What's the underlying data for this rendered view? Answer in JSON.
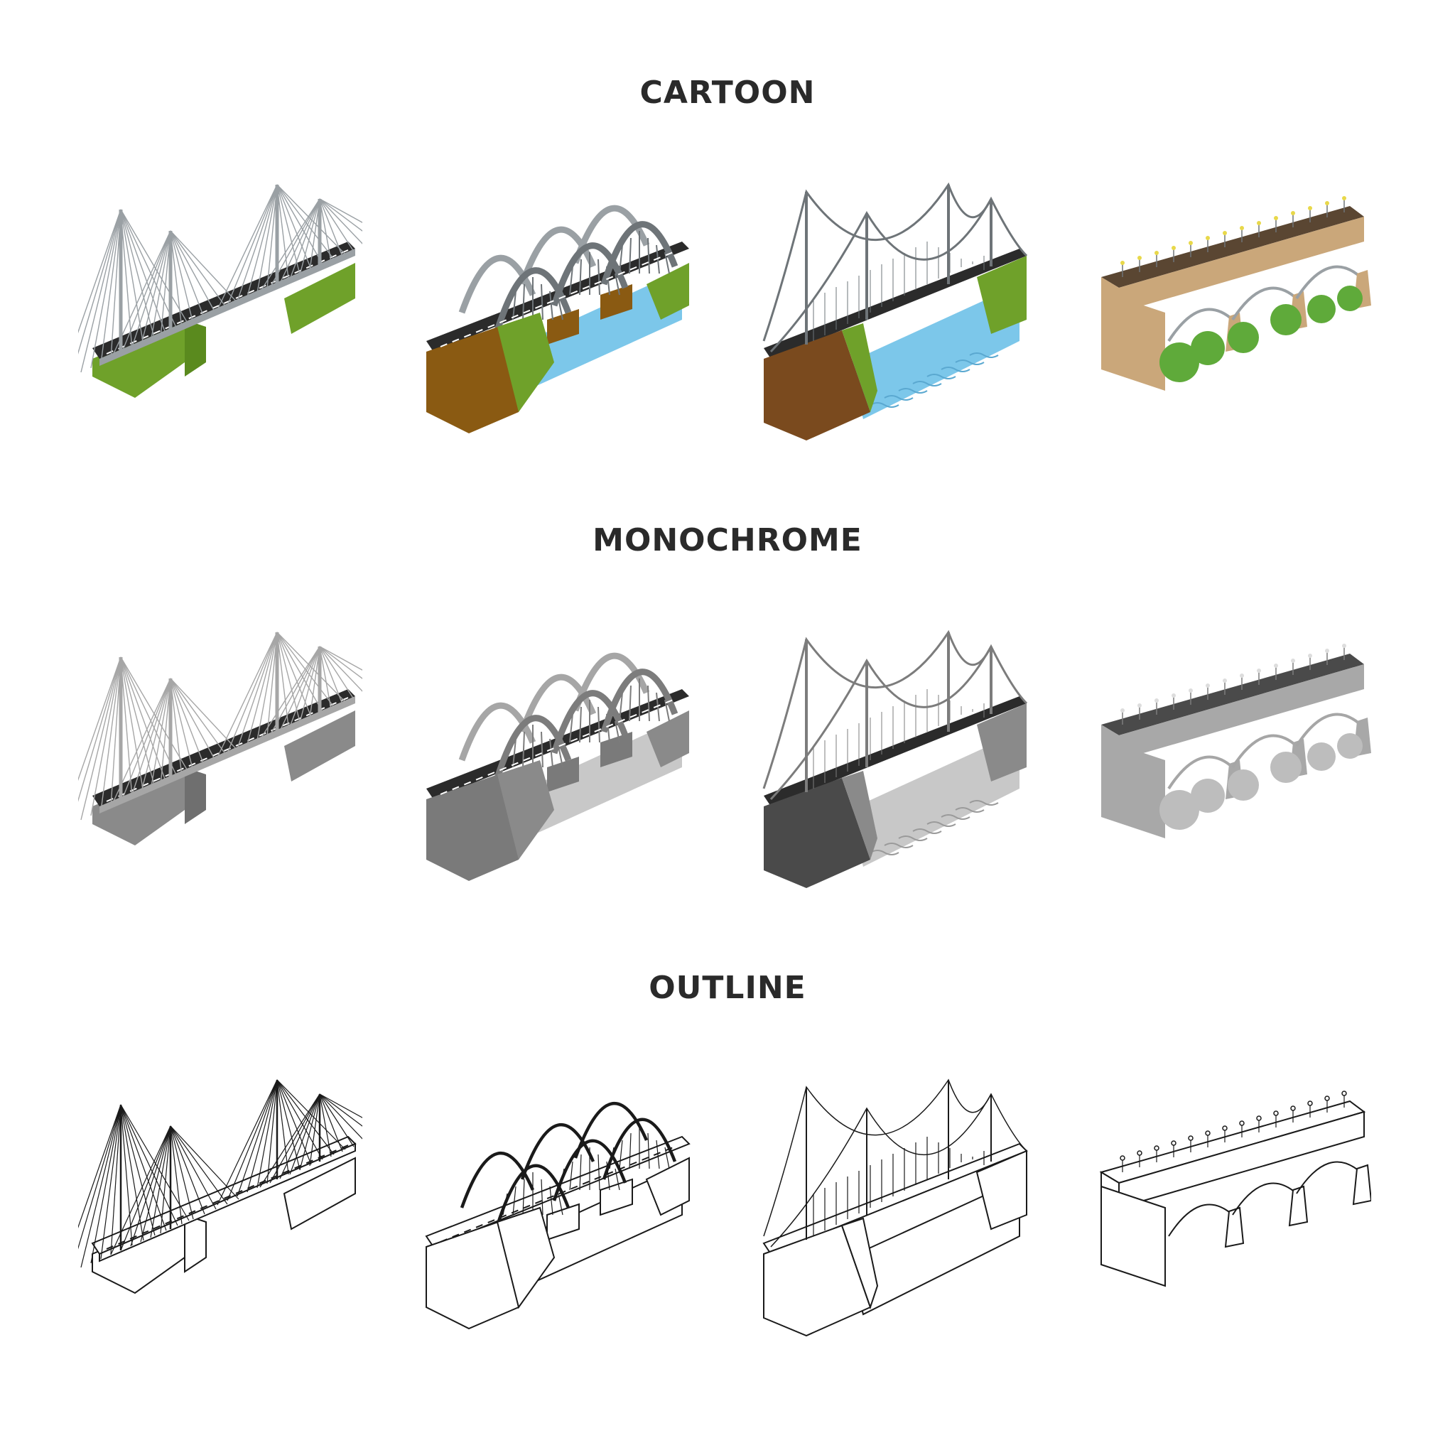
{
  "sections": [
    {
      "key": "cartoon",
      "title": "CARTOON"
    },
    {
      "key": "monochrome",
      "title": "MONOCHROME"
    },
    {
      "key": "outline",
      "title": "OUTLINE"
    }
  ],
  "bridges": [
    "cable-stayed-bridge",
    "arch-bridge",
    "suspension-bridge",
    "viaduct-bridge"
  ],
  "colors": {
    "cartoon": {
      "road": "#2b2b2b",
      "grass": "#6fa12a",
      "grassDark": "#5a8a1e",
      "soil": "#8a5a12",
      "soilDark": "#6b4512",
      "water": "#7cc7ea",
      "steel": "#9aa0a4",
      "steelDark": "#6e7478",
      "rock": "#7a4a1e",
      "deckBrown": "#5a4632",
      "sand": "#caa77a",
      "bush": "#5faa3a",
      "lamp": "#e8d84a"
    },
    "monochrome": {
      "road": "#2b2b2b",
      "grass": "#8a8a8a",
      "grassDark": "#6f6f6f",
      "soil": "#7a7a7a",
      "soilDark": "#5f5f5f",
      "water": "#c8c8c8",
      "steel": "#a6a6a6",
      "steelDark": "#7c7c7c",
      "rock": "#4a4a4a",
      "deckBrown": "#4a4a4a",
      "sand": "#a8a8a8",
      "bush": "#bdbdbd",
      "lamp": "#dddddd"
    }
  }
}
